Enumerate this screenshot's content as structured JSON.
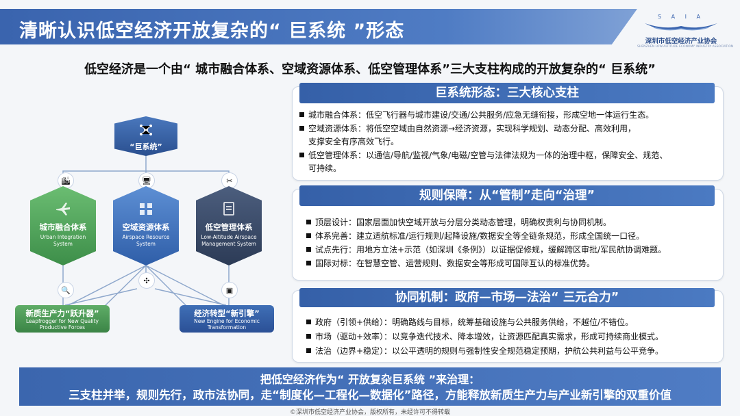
{
  "header": {
    "title": "清晰认识低空经济开放复杂的“ 巨系统 ”形态",
    "logo_top": "S A I A",
    "logo_name": "深圳市低空经济产业协会",
    "logo_sub": "SHENZHEN LOW-ALTITUDE ECONOMY INDUSTRY ASSOCIATION"
  },
  "subtitle": "低空经济是一个由“ 城市融合体系、空域资源体系、低空管理体系”三大支柱构成的开放复杂的“ 巨系统”",
  "diagram": {
    "top": "“巨系统”",
    "pillars": [
      {
        "cn": "城市融合体系",
        "en": "Urban Integration System"
      },
      {
        "cn": "空域资源体系",
        "en": "Airspace Resource System"
      },
      {
        "cn": "低空管理体系",
        "en": "Low-Altitude Airspace Management System"
      }
    ],
    "outcomes": [
      {
        "cn": "新质生产力“跃升器”",
        "en": "Leapfrogger for New Quality Productive Forces"
      },
      {
        "cn": "经济转型“新引擎”",
        "en": "New Engine for Economic Transformation"
      }
    ]
  },
  "panels": [
    {
      "title": "巨系统形态：三大核心支柱",
      "items": [
        "城市融合体系：低空飞行器与城市建设/交通/公共服务/应急无缝衔接，形成空地一体运行生态。",
        "空域资源体系：将低空空域由自然资源→经济资源，实现科学规划、动态分配、高效利用，",
        "支撑安全有序高效飞行。",
        "低空管理体系：以通信/导航/监视/气象/电磁/空管与法律法规为一体的治理中枢，保障安全、规范、",
        "可持续。"
      ]
    },
    {
      "title": "规则保障：从“管制”走向“治理”",
      "items": [
        "顶层设计：国家层面加快空域开放与分层分类动态管理，明确权责利与协同机制。",
        "体系完善：建立适航标准/运行规则/起降设施/数据安全等全链条规范，形成全国统一口径。",
        "试点先行：用地方立法+示范（如深圳《条例》）以证据促修规，缓解跨区审批/军民航协调难题。",
        "国际对标：在智慧空管、运营规则、数据安全等形成可国际互认的标准优势。"
      ]
    },
    {
      "title": "协同机制：政府—市场—法治“ 三元合力”",
      "items": [
        "政府（引领+供给）：明确路线与目标，统筹基础设施与公共服务供给，不越位/不错位。",
        "市场（驱动+效率）：以竞争迭代技术、降本增效，让资源匹配真实需求，形成可持续商业模式。",
        "法治（边界+稳定）：以公平透明的规则与强制性安全规范稳定预期，护航公共利益与公平竞争。"
      ]
    }
  ],
  "band": {
    "line1": "把低空经济作为“ 开放复杂巨系统 ”来治理：",
    "line2": "三支柱并举，规则先行，政市法协同，走“制度化—工程化—数据化”路径，方能释放新质生产力与产业新引擎的双重价值"
  },
  "footer": "©深圳市低空经济产业协会，版权所有，未经许可不得转载",
  "colors": {
    "primary": "#3a64ae",
    "green": "#4fa05a",
    "navy": "#35445f"
  }
}
